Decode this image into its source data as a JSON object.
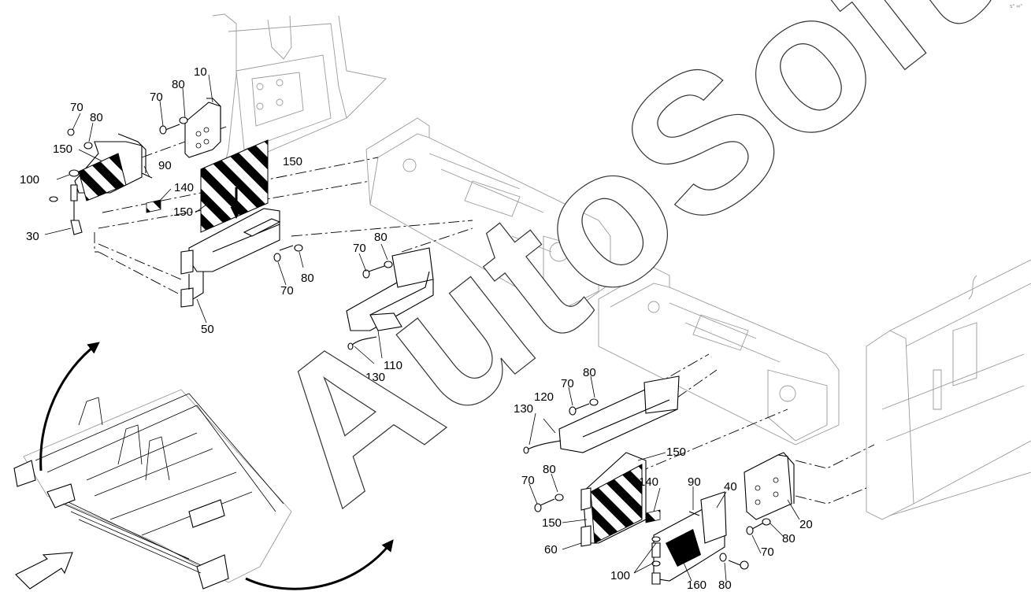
{
  "watermark": "AutoSoft",
  "corner_mark": "s° ∞°",
  "callouts": [
    {
      "id": "c-10",
      "text": "10"
    },
    {
      "id": "c-80a",
      "text": "80"
    },
    {
      "id": "c-70a",
      "text": "70"
    },
    {
      "id": "c-70b",
      "text": "70"
    },
    {
      "id": "c-80b",
      "text": "80"
    },
    {
      "id": "c-150a",
      "text": "150"
    },
    {
      "id": "c-90a",
      "text": "90"
    },
    {
      "id": "c-100a",
      "text": "100"
    },
    {
      "id": "c-30",
      "text": "30"
    },
    {
      "id": "c-150b",
      "text": "150"
    },
    {
      "id": "c-140a",
      "text": "140"
    },
    {
      "id": "c-150c",
      "text": "150"
    },
    {
      "id": "c-80c",
      "text": "80"
    },
    {
      "id": "c-70c",
      "text": "70"
    },
    {
      "id": "c-50",
      "text": "50"
    },
    {
      "id": "c-80d",
      "text": "80"
    },
    {
      "id": "c-70d",
      "text": "70"
    },
    {
      "id": "c-110",
      "text": "110"
    },
    {
      "id": "c-130a",
      "text": "130"
    },
    {
      "id": "c-80e",
      "text": "80"
    },
    {
      "id": "c-70e",
      "text": "70"
    },
    {
      "id": "c-120",
      "text": "120"
    },
    {
      "id": "c-130b",
      "text": "130"
    },
    {
      "id": "c-150d",
      "text": "150"
    },
    {
      "id": "c-80f",
      "text": "80"
    },
    {
      "id": "c-70f",
      "text": "70"
    },
    {
      "id": "c-140b",
      "text": "140"
    },
    {
      "id": "c-90b",
      "text": "90"
    },
    {
      "id": "c-40",
      "text": "40"
    },
    {
      "id": "c-150e",
      "text": "150"
    },
    {
      "id": "c-20",
      "text": "20"
    },
    {
      "id": "c-60",
      "text": "60"
    },
    {
      "id": "c-80g",
      "text": "80"
    },
    {
      "id": "c-70g",
      "text": "70"
    },
    {
      "id": "c-100b",
      "text": "100"
    },
    {
      "id": "c-160",
      "text": "160"
    },
    {
      "id": "c-80h",
      "text": "80"
    }
  ]
}
